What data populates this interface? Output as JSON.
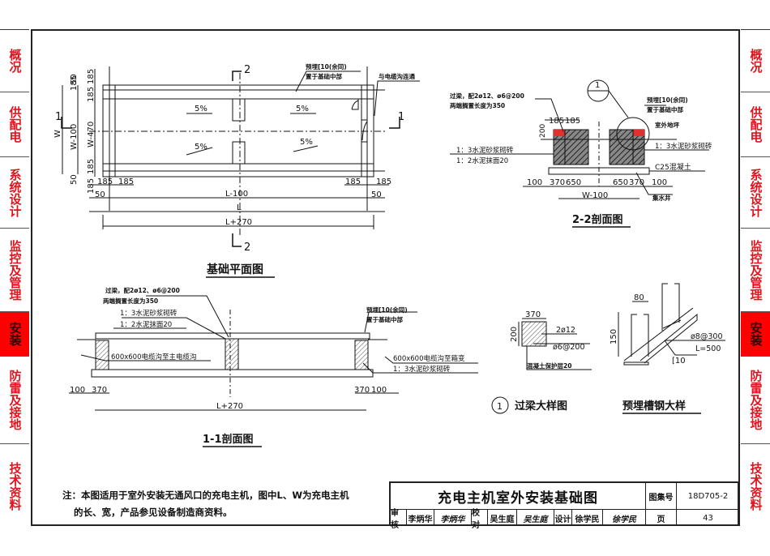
{
  "side_tabs": [
    {
      "label": "概况",
      "active": false
    },
    {
      "label": "供配电",
      "active": false
    },
    {
      "label": "系统设计",
      "active": false
    },
    {
      "label": "监控及管理",
      "active": false
    },
    {
      "label": "安装",
      "active": true
    },
    {
      "label": "防雷及接地",
      "active": false
    },
    {
      "label": "技术资料",
      "active": false
    }
  ],
  "plan_view": {
    "title": "基础平面图",
    "section_mark_top": "2",
    "section_mark_bottom": "2",
    "section_mark_right": "1",
    "section_mark_left": "1",
    "slopes": [
      "5%",
      "5%",
      "5%",
      "5%"
    ],
    "callout_channel": [
      "预埋[10(余同)",
      "置于基础中部"
    ],
    "callout_trench": "与电缆沟连通",
    "dims_left": [
      "185",
      "50",
      "185",
      "W-470",
      "W-100",
      "W",
      "185",
      "50",
      "185"
    ],
    "dims_bottom": {
      "left_a": "185",
      "left_b": "185",
      "left_c": "50",
      "right_a": "185",
      "right_b": "185",
      "right_c": "50",
      "l_minus": "L-100",
      "l": "L",
      "l_plus": "L+270"
    }
  },
  "section_2_2": {
    "title": "2-2剖面图",
    "detail_ref_top": "1",
    "detail_ref_bottom": "—",
    "beam_note": [
      "过梁，配2ø12、ø6@200",
      "两端搁置长度为350"
    ],
    "dim_185a": "185",
    "dim_185b": "185",
    "dim_200": "200",
    "mortar_1": "1：3水泥砂浆砌砖",
    "mortar_2": "1：2水泥抹面20",
    "channel_note": [
      "预埋[10(余同)",
      "置于基础中部"
    ],
    "ground": "室外地坪",
    "mortar_right": "1：3水泥砂浆砌砖",
    "concrete": "C25混凝土",
    "sump": "集水井",
    "bottom_dims": [
      "100",
      "370",
      "650",
      "650",
      "370",
      "100"
    ],
    "w_dim": "W-100"
  },
  "section_1_1": {
    "title": "1-1剖面图",
    "beam_note": [
      "过梁，配2ø12、ø6@200",
      "两端搁置长度为350"
    ],
    "mortar_1": "1：3水泥砂浆砌砖",
    "mortar_2": "1：2水泥抹面20",
    "channel_note": [
      "预埋[10(余同)",
      "置于基础中部"
    ],
    "trench_left": "600x600电缆沟至主电缆沟",
    "trench_right": "600x600电缆沟至箱变",
    "mortar_right": "1：3水泥砂浆砌砖",
    "dims": [
      "100",
      "370",
      "370",
      "100"
    ],
    "l_plus": "L+270"
  },
  "beam_detail": {
    "title": "过梁大样图",
    "ref": "1",
    "width": "370",
    "height": "200",
    "rebar_main": "2ø12",
    "stirrup": "ø6@200",
    "cover": "混凝土保护层20"
  },
  "channel_detail": {
    "title": "预埋槽钢大样",
    "width": "80",
    "height": "150",
    "anchor": "ø8@300",
    "length": "L=500",
    "channel": "[10"
  },
  "note": {
    "line1": "注：本图适用于室外安装无通风口的充电主机，图中L、W为充电主机",
    "line2": "的长、宽，产品参见设备制造商资料。"
  },
  "title_block": {
    "drawing_title": "充电主机室外安装基础图",
    "atlas_label": "图集号",
    "atlas_no": "18D705-2",
    "review_label": "审核",
    "reviewer": "李炳华",
    "reviewer_sig": "李炳华",
    "check_label": "校对",
    "checker": "吴生庭",
    "checker_sig": "吴生庭",
    "design_label": "设计",
    "designer": "徐学民",
    "designer_sig": "徐学民",
    "page_label": "页",
    "page_no": "43"
  }
}
